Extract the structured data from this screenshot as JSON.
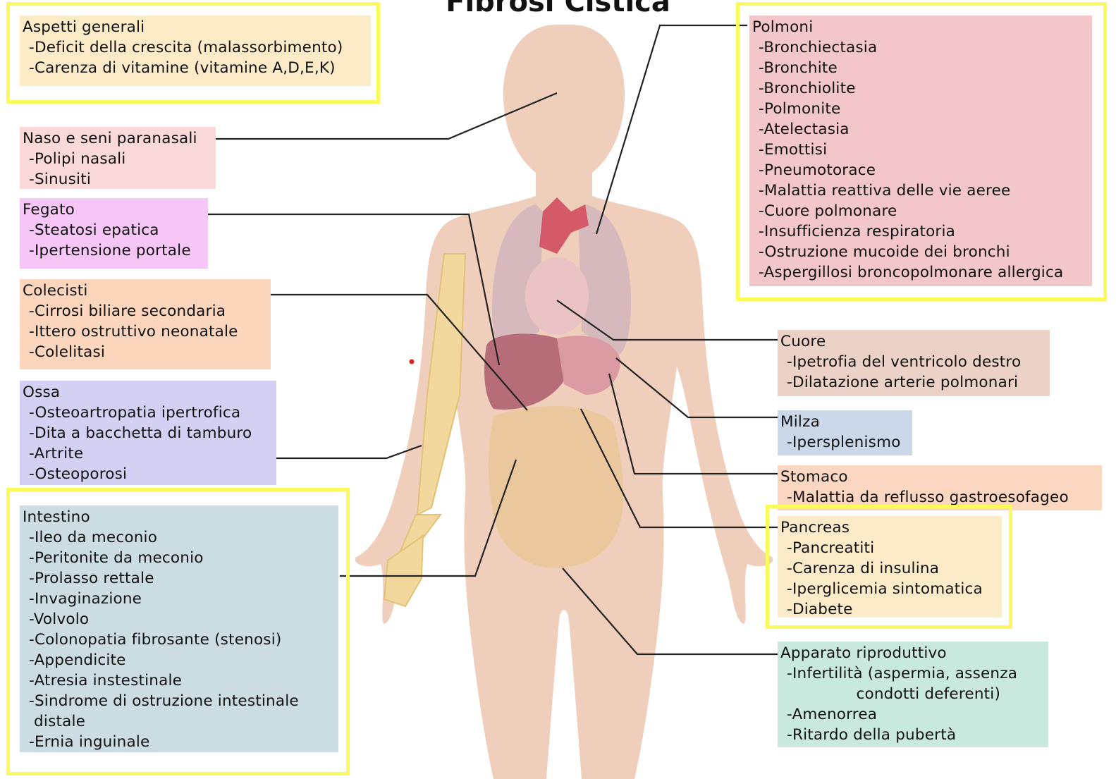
{
  "title": "Fibrosi Cistica",
  "colors": {
    "highlight": "#fafa5a",
    "connector": "#222222",
    "skin": "#efcfbb",
    "aspetti_bg": "#fcebc6",
    "naso_bg": "#fbd9d9",
    "fegato_bg": "#f6c6f6",
    "colecisti_bg": "#fbd6bd",
    "ossa_bg": "#d4d0f4",
    "intestino_bg": "#cbdde2",
    "polmoni_bg": "#f3c6c9",
    "cuore_bg": "#ecd2c6",
    "milza_bg": "#cbd8ea",
    "stomaco_bg": "#fbd6c1",
    "pancreas_bg": "#fcebc8",
    "riproduttivo_bg": "#c9e9df"
  },
  "groups": {
    "aspetti": {
      "heading": "Aspetti generali",
      "items": [
        "-Deficit della crescita (malassorbimento)",
        "-Carenza di vitamine (vitamine A,D,E,K)"
      ]
    },
    "naso": {
      "heading": "Naso e seni paranasali",
      "items": [
        "-Polipi nasali",
        "-Sinusiti"
      ]
    },
    "fegato": {
      "heading": "Fegato",
      "items": [
        "-Steatosi epatica",
        "-Ipertensione portale"
      ]
    },
    "colecisti": {
      "heading": "Colecisti",
      "items": [
        "-Cirrosi biliare secondaria",
        "-Ittero ostruttivo neonatale",
        "-Colelitasi"
      ]
    },
    "ossa": {
      "heading": "Ossa",
      "items": [
        "-Osteoartropatia ipertrofica",
        "-Dita a bacchetta di tamburo",
        "-Artrite",
        "-Osteoporosi"
      ]
    },
    "intestino": {
      "heading": "Intestino",
      "items": [
        "-Ileo da meconio",
        "-Peritonite da meconio",
        "-Prolasso rettale",
        "-Invaginazione",
        "-Volvolo",
        "-Colonopatia fibrosante (stenosi)",
        "-Appendicite",
        "-Atresia instestinale",
        "-Sindrome di ostruzione intestinale\n distale",
        "-Ernia inguinale"
      ]
    },
    "polmoni": {
      "heading": "Polmoni",
      "items": [
        "-Bronchiectasia",
        "-Bronchite",
        "-Bronchiolite",
        "-Polmonite",
        "-Atelectasia",
        "-Emottisi",
        "-Pneumotorace",
        "-Malattia reattiva delle vie aeree",
        "-Cuore polmonare",
        "-Insufficienza respiratoria",
        "-Ostruzione mucoide dei bronchi",
        "-Aspergillosi broncopolmonare allergica"
      ]
    },
    "cuore": {
      "heading": "Cuore",
      "items": [
        "-Ipetrofia del ventricolo destro",
        "-Dilatazione arterie polmonari"
      ]
    },
    "milza": {
      "heading": "Milza",
      "items": [
        "-Ipersplenismo"
      ]
    },
    "stomaco": {
      "heading": "Stomaco",
      "items": [
        "-Malattia da reflusso gastroesofageo"
      ]
    },
    "pancreas": {
      "heading": "Pancreas",
      "items": [
        "-Pancreatiti",
        "-Carenza di insulina",
        "-Iperglicemia sintomatica",
        "-Diabete"
      ]
    },
    "riproduttivo": {
      "heading": "Apparato riproduttivo",
      "items": [
        "-Infertilità (aspermia, assenza\n              condotti deferenti)",
        "-Amenorrea",
        "-Ritardo della pubertà"
      ]
    }
  }
}
